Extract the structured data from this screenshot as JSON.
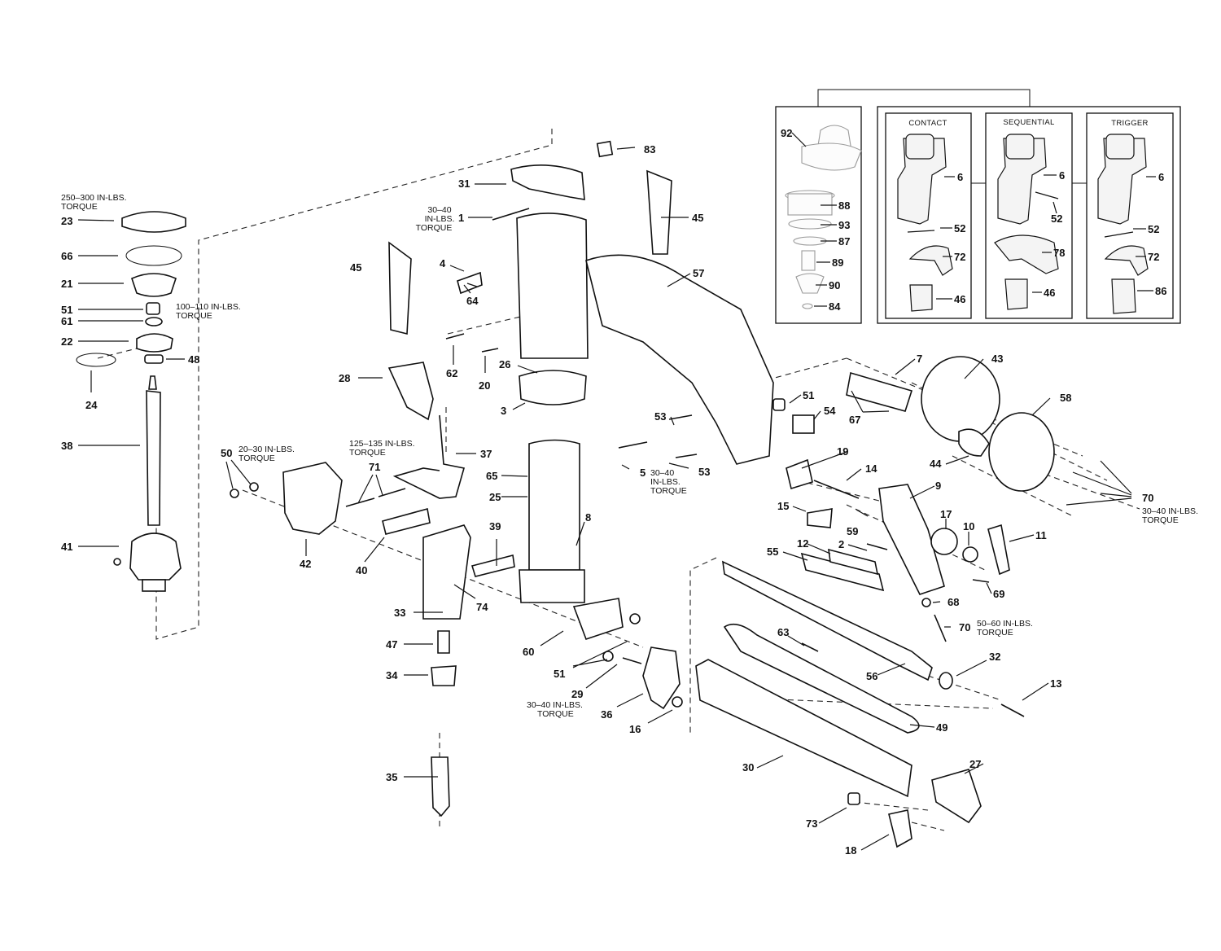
{
  "diagram": {
    "modes": [
      "CONTACT",
      "SEQUENTIAL",
      "TRIGGER"
    ],
    "torque_notes": {
      "t23": [
        "250–300 IN-LBS.",
        "TORQUE"
      ],
      "t51": [
        "100–110 IN-LBS.",
        "TORQUE"
      ],
      "t1": [
        "30–40",
        "IN-LBS.",
        "TORQUE"
      ],
      "t50": [
        "20–30 IN-LBS.",
        "TORQUE"
      ],
      "t71": [
        "125–135 IN-LBS.",
        "TORQUE"
      ],
      "t5": [
        "30–40",
        "IN-LBS.",
        "TORQUE"
      ],
      "t70a": [
        "30–40 IN-LBS.",
        "TORQUE"
      ],
      "t70b": [
        "50–60 IN-LBS.",
        "TORQUE"
      ],
      "t29": [
        "30–40 IN-LBS.",
        "TORQUE"
      ]
    },
    "labels": {
      "l83": "83",
      "l31": "31",
      "l45a": "45",
      "l45b": "45",
      "l1": "1",
      "l23": "23",
      "l66": "66",
      "l21": "21",
      "l51a": "51",
      "l61": "61",
      "l22": "22",
      "l48": "48",
      "l24": "24",
      "l38": "38",
      "l41": "41",
      "l4": "4",
      "l64": "64",
      "l57": "57",
      "l62": "62",
      "l20": "20",
      "l26": "26",
      "l3": "3",
      "l28": "28",
      "l37": "37",
      "l65": "65",
      "l25": "25",
      "l8": "8",
      "l50": "50",
      "l71": "71",
      "l42": "42",
      "l40": "40",
      "l39": "39",
      "l33": "33",
      "l74": "74",
      "l47": "47",
      "l34": "34",
      "l35": "35",
      "l60": "60",
      "l51b": "51",
      "l29": "29",
      "l36": "36",
      "l16": "16",
      "l53a": "53",
      "l53b": "53",
      "l5": "5",
      "l51c": "51",
      "l54": "54",
      "l7": "7",
      "l67": "67",
      "l43": "43",
      "l44": "44",
      "l58": "58",
      "l70a": "70",
      "l19": "19",
      "l14": "14",
      "l9": "9",
      "l15": "15",
      "l59": "59",
      "l17": "17",
      "l10": "10",
      "l11": "11",
      "l55": "55",
      "l12": "12",
      "l2": "2",
      "l69": "69",
      "l68": "68",
      "l70b": "70",
      "l63": "63",
      "l56": "56",
      "l32": "32",
      "l13": "13",
      "l49": "49",
      "l30": "30",
      "l27": "27",
      "l73": "73",
      "l18": "18",
      "l92": "92",
      "l88": "88",
      "l93": "93",
      "l87": "87",
      "l89": "89",
      "l90": "90",
      "l84": "84",
      "lc6": "6",
      "lc52": "52",
      "lc72": "72",
      "lc46": "46",
      "ls6": "6",
      "ls52": "52",
      "ls78": "78",
      "ls46": "46",
      "lt6": "6",
      "lt52": "52",
      "lt72": "72",
      "lt86": "86"
    }
  }
}
